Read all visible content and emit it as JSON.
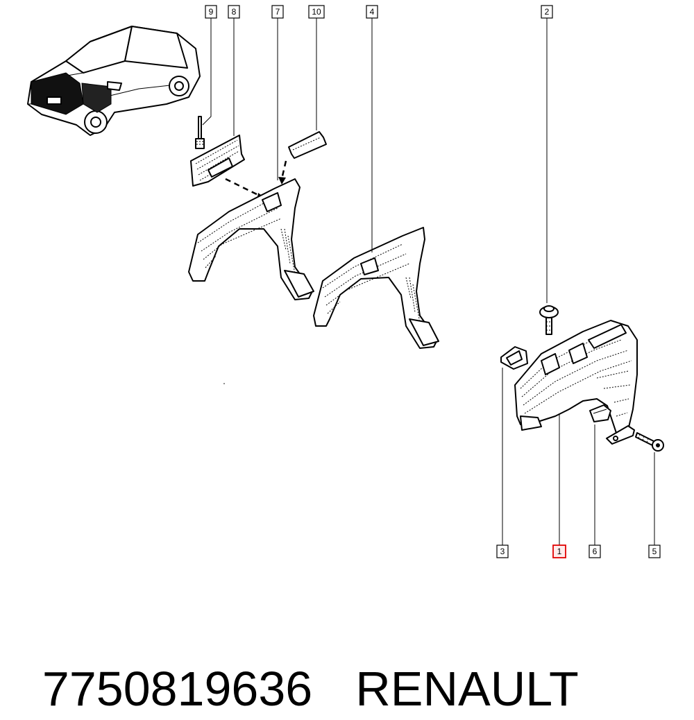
{
  "callouts": [
    {
      "label": "9",
      "highlight": false
    },
    {
      "label": "8",
      "highlight": false
    },
    {
      "label": "7",
      "highlight": false
    },
    {
      "label": "10",
      "highlight": false
    },
    {
      "label": "4",
      "highlight": false
    },
    {
      "label": "2",
      "highlight": false
    },
    {
      "label": "3",
      "highlight": false
    },
    {
      "label": "1",
      "highlight": true
    },
    {
      "label": "6",
      "highlight": false
    },
    {
      "label": "5",
      "highlight": false
    }
  ],
  "caption": {
    "part_number": "7750819636",
    "brand": "RENAULT"
  },
  "colors": {
    "line": "#000000",
    "highlight": "#e00000",
    "background": "#ffffff"
  }
}
